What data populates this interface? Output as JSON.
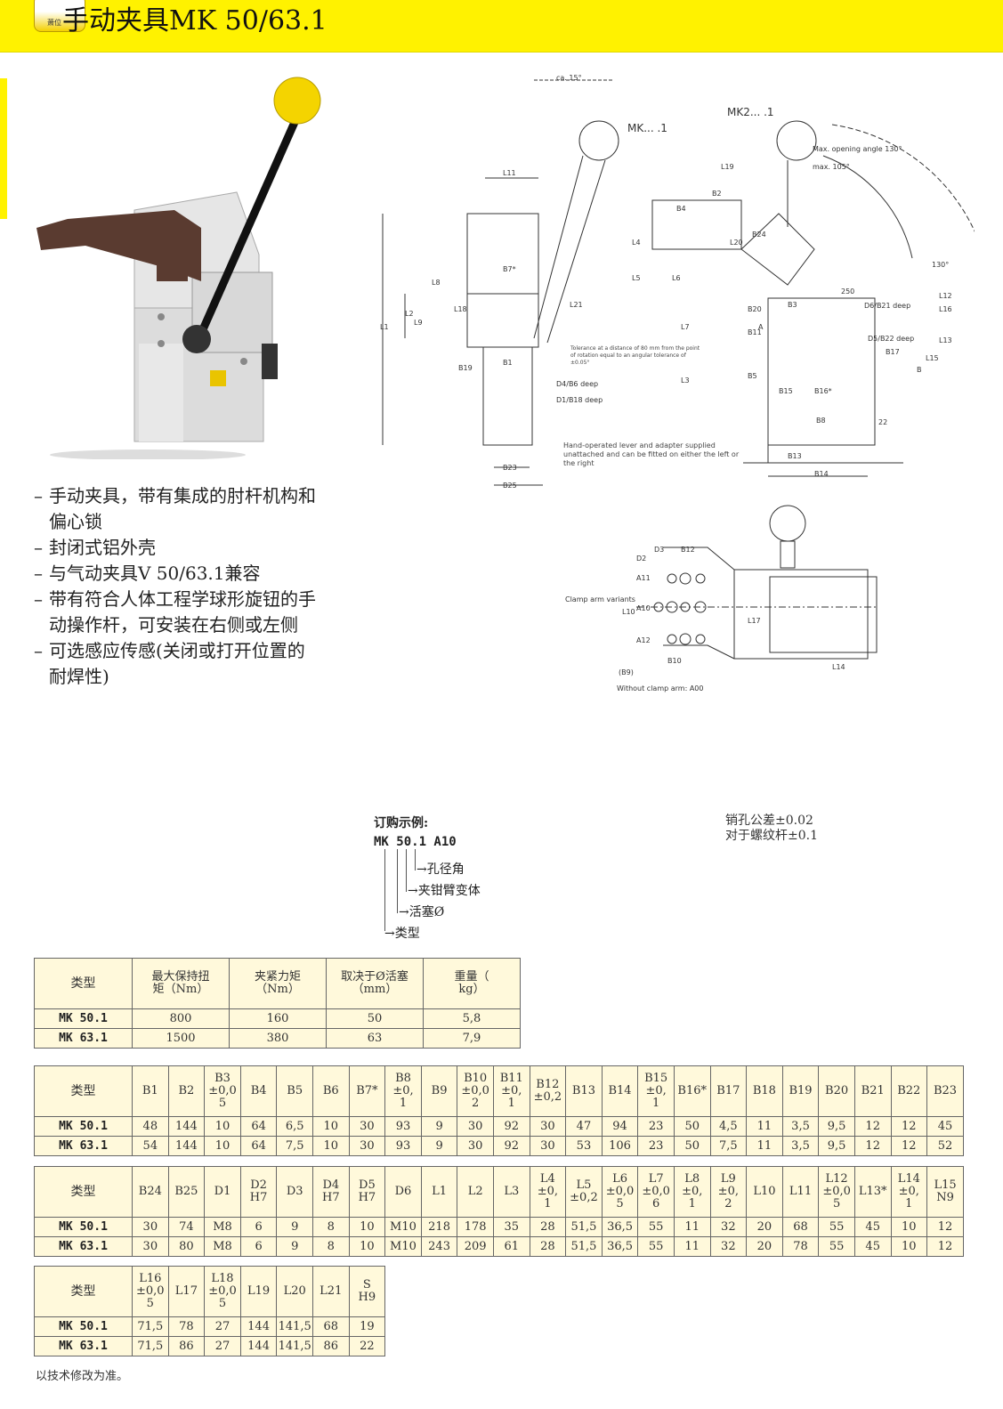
{
  "header": {
    "title": "手动夹具MK 50/63.1",
    "logo_text": "萧位",
    "accent": "#fff200"
  },
  "bullets": [
    "手动夹具，带有集成的肘杆机构和偏心锁",
    "封闭式铝外壳",
    "与气动夹具V 50/63.1兼容",
    "带有符合人体工程学球形旋钮的手动操作杆，可安装在右侧或左侧",
    "可选感应传感(关闭或打开位置的耐焊性)"
  ],
  "drawing": {
    "labels": {
      "mk1": "MK... .1",
      "mk2": "MK2... .1",
      "angle": "ca. 15°",
      "max_opening": "Max. opening angle 130°",
      "max105": "max. 105°",
      "angle130": "130°",
      "tolerance_note": "Tolerance at a distance of 80 mm from the point of rotation equal to an angular tolerance of ±0.05°",
      "d4b6": "D4/B6 deep",
      "d1b18": "D1/B18 deep",
      "d6b21": "D6/B21 deep",
      "d5b22": "D5/B22 deep",
      "lever_note": "Hand-operated lever and adapter supplied unattached and can be fitted on either the left or the right",
      "clamp_variants": "Clamp arm variants",
      "without_arm": "Without clamp arm: A00",
      "dims": [
        "L11",
        "B7*",
        "B1",
        "B19",
        "B23",
        "B25",
        "L1",
        "L2",
        "L8",
        "L9",
        "L18",
        "L21",
        "B4",
        "B2",
        "B24",
        "B20",
        "B11",
        "B3",
        "B17",
        "B5",
        "B15",
        "B16*",
        "B8",
        "B13",
        "B14",
        "L4",
        "L5",
        "L6",
        "L7",
        "L3",
        "L19",
        "L20",
        "L12",
        "L13",
        "L15",
        "L16",
        "D3",
        "B12",
        "D2",
        "A11",
        "A10",
        "A12",
        "L10",
        "L17",
        "B10",
        "(B9)",
        "L14",
        "A",
        "B",
        "22",
        "250"
      ]
    }
  },
  "order": {
    "title": "订购示例:",
    "code": "MK 50.1 A10",
    "parts": [
      "孔径角",
      "夹钳臂变体",
      "活塞Ø",
      "类型"
    ]
  },
  "tolerance": {
    "line1": "销孔公差±0.02",
    "line2": "对于螺纹杆±0.1"
  },
  "tables": [
    {
      "headers": [
        "类型",
        "最大保持扭\n矩（Nm）",
        "夹紧力矩\n（Nm）",
        "取决于Ø活塞\n（mm）",
        "重量（\nkg）"
      ],
      "rows": [
        [
          "MK 50.1",
          "800",
          "160",
          "50",
          "5,8"
        ],
        [
          "MK 63.1",
          "1500",
          "380",
          "63",
          "7,9"
        ]
      ]
    },
    {
      "headers": [
        "类型",
        "B1",
        "B2",
        "B3\n±0,0\n5",
        "B4",
        "B5",
        "B6",
        "B7*",
        "B8\n±0,\n1",
        "B9",
        "B10\n±0,0\n2",
        "B11\n±0,\n1",
        "B12\n±0,2",
        "B13",
        "B14",
        "B15\n±0,\n1",
        "B16*",
        "B17",
        "B18",
        "B19",
        "B20",
        "B21",
        "B22",
        "B23"
      ],
      "rows": [
        [
          "MK 50.1",
          "48",
          "144",
          "10",
          "64",
          "6,5",
          "10",
          "30",
          "93",
          "9",
          "30",
          "92",
          "30",
          "47",
          "94",
          "23",
          "50",
          "4,5",
          "11",
          "3,5",
          "9,5",
          "12",
          "12",
          "45"
        ],
        [
          "MK 63.1",
          "54",
          "144",
          "10",
          "64",
          "7,5",
          "10",
          "30",
          "93",
          "9",
          "30",
          "92",
          "30",
          "53",
          "106",
          "23",
          "50",
          "7,5",
          "11",
          "3,5",
          "9,5",
          "12",
          "12",
          "52"
        ]
      ]
    },
    {
      "headers": [
        "类型",
        "B24",
        "B25",
        "D1",
        "D2\nH7",
        "D3",
        "D4\nH7",
        "D5\nH7",
        "D6",
        "L1",
        "L2",
        "L3",
        "L4\n±0,\n1",
        "L5\n±0,2",
        "L6\n±0,0\n5",
        "L7\n±0,0\n6",
        "L8\n±0,\n1",
        "L9\n±0,\n2",
        "L10",
        "L11",
        "L12\n±0,0\n5",
        "L13*",
        "L14\n±0,\n1",
        "L15\nN9"
      ],
      "rows": [
        [
          "MK 50.1",
          "30",
          "74",
          "M8",
          "6",
          "9",
          "8",
          "10",
          "M10",
          "218",
          "178",
          "35",
          "28",
          "51,5",
          "36,5",
          "55",
          "11",
          "32",
          "20",
          "68",
          "55",
          "45",
          "10",
          "12"
        ],
        [
          "MK 63.1",
          "30",
          "80",
          "M8",
          "6",
          "9",
          "8",
          "10",
          "M10",
          "243",
          "209",
          "61",
          "28",
          "51,5",
          "36,5",
          "55",
          "11",
          "32",
          "20",
          "78",
          "55",
          "45",
          "10",
          "12"
        ]
      ]
    },
    {
      "headers": [
        "类型",
        "L16\n±0,0\n5",
        "L17",
        "L18\n±0,0\n5",
        "L19",
        "L20",
        "L21",
        "S\nH9"
      ],
      "rows": [
        [
          "MK 50.1",
          "71,5",
          "78",
          "27",
          "144",
          "141,5",
          "68",
          "19"
        ],
        [
          "MK 63.1",
          "71,5",
          "86",
          "27",
          "144",
          "141,5",
          "86",
          "22"
        ]
      ]
    }
  ],
  "footer": "以技术修改为准。"
}
